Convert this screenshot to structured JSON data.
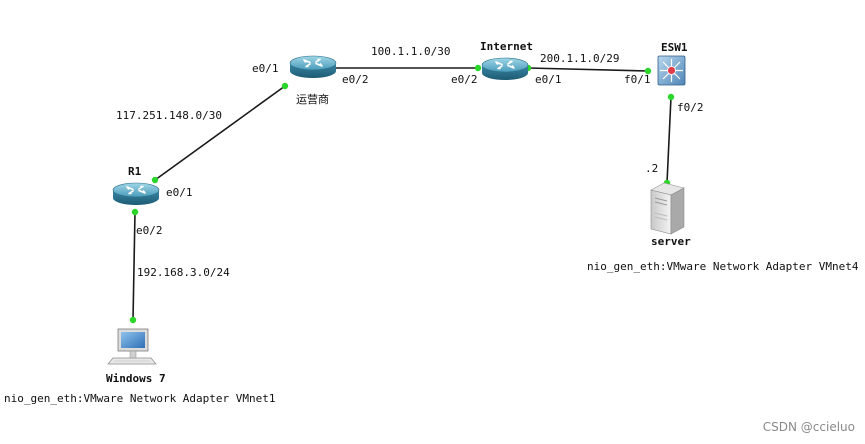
{
  "nodes": {
    "r1": {
      "name": "R1",
      "type": "router-icon"
    },
    "isp": {
      "name": "运营商",
      "type": "router-icon"
    },
    "internet": {
      "name": "Internet",
      "type": "router-icon"
    },
    "esw1": {
      "name": "ESW1",
      "type": "switch-icon"
    },
    "server": {
      "name": "server",
      "type": "server-icon"
    },
    "win7": {
      "name": "Windows 7",
      "type": "pc-icon"
    }
  },
  "interfaces": {
    "isp_e01": "e0/1",
    "isp_e02": "e0/2",
    "internet_e02": "e0/2",
    "internet_e01": "e0/1",
    "esw1_f01": "f0/1",
    "esw1_f02": "f0/2",
    "r1_e01": "e0/1",
    "r1_e02": "e0/2",
    "server_addr": ".2"
  },
  "networks": {
    "isp_internet": "100.1.1.0/30",
    "internet_esw": "200.1.1.0/29",
    "r1_isp": "117.251.148.0/30",
    "r1_lan": "192.168.3.0/24"
  },
  "adapters": {
    "server": "nio_gen_eth:VMware Network Adapter VMnet4",
    "win7": "nio_gen_eth:VMware Network Adapter VMnet1"
  },
  "watermark": "CSDN @ccieluo",
  "colors": {
    "link": "#1a1a1a",
    "endpoint": "#2bd62b",
    "router": "#2a7f9c",
    "switch": "#4a86b8"
  }
}
